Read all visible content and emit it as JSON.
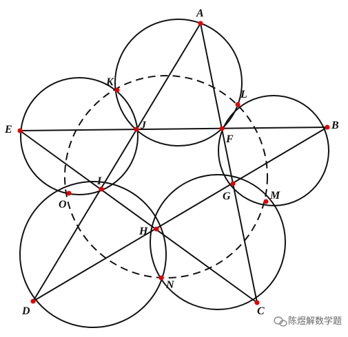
{
  "figure": {
    "labels": {
      "A": "A",
      "B": "B",
      "C": "C",
      "D": "D",
      "E": "E",
      "F": "F",
      "G": "G",
      "H": "H",
      "I": "I",
      "J": "J",
      "K": "K",
      "L": "L",
      "M": "M",
      "N": "N",
      "O": "O"
    },
    "colors": {
      "stroke": "#111111",
      "point": "#e00000",
      "background": "#ffffff"
    }
  },
  "watermark": {
    "text": "陈煜解数学题",
    "icon": "wechat-official-account-icon"
  }
}
